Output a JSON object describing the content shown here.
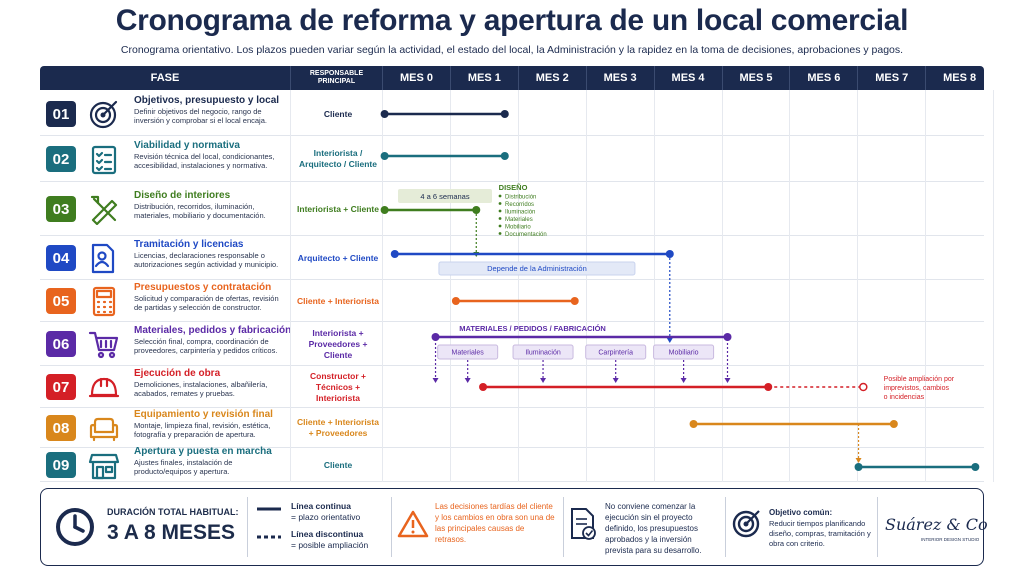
{
  "title": "Cronograma de reforma y apertura de un local comercial",
  "subtitle": "Cronograma orientativo. Los plazos pueden variar según la actividad, el estado del local, la Administración y la rapidez en la toma de decisiones, aprobaciones y pagos.",
  "header": {
    "phase": "FASE",
    "responsible": "RESPONSABLE PRINCIPAL",
    "months": [
      "MES 0",
      "MES 1",
      "MES 2",
      "MES 3",
      "MES 4",
      "MES 5",
      "MES 6",
      "MES 7",
      "MES 8"
    ]
  },
  "phases": [
    {
      "num": "01",
      "color": "#1b2a4e",
      "icon": "target-icon",
      "title": "Objetivos, presupuesto y local",
      "desc": "Definir objetivos del negocio, rango de inversión y comprobar si el local encaja.",
      "resp": "Cliente"
    },
    {
      "num": "02",
      "color": "#1a6e7e",
      "icon": "checklist-icon",
      "title": "Viabilidad y normativa",
      "desc": "Revisión técnica del local, condicionantes, accesibilidad, instalaciones y normativa.",
      "resp": "Interiorista / Arquitecto / Cliente"
    },
    {
      "num": "03",
      "color": "#3f7d1f",
      "icon": "design-tools-icon",
      "title": "Diseño de interiores",
      "desc": "Distribución, recorridos, iluminación, materiales, mobiliario y documentación.",
      "resp": "Interiorista + Cliente"
    },
    {
      "num": "04",
      "color": "#1f49c4",
      "icon": "document-user-icon",
      "title": "Tramitación y licencias",
      "desc": "Licencias, declaraciones responsable o autorizaciones según actividad y municipio.",
      "resp": "Arquitecto + Cliente"
    },
    {
      "num": "05",
      "color": "#e8641e",
      "icon": "calculator-icon",
      "title": "Presupuestos y contratación",
      "desc": "Solicitud y comparación de ofertas, revisión de partidas y selección de constructor.",
      "resp": "Cliente + Interiorista"
    },
    {
      "num": "06",
      "color": "#5b2aa6",
      "icon": "cart-icon",
      "title": "Materiales, pedidos y fabricación",
      "desc": "Selección final, compra, coordinación de proveedores, carpintería y pedidos críticos.",
      "resp": "Interiorista + Proveedores + Cliente"
    },
    {
      "num": "07",
      "color": "#d41f26",
      "icon": "helmet-icon",
      "title": "Ejecución de obra",
      "desc": "Demoliciones, instalaciones, albañilería, acabados, remates y pruebas.",
      "resp": "Constructor + Técnicos + Interiorista"
    },
    {
      "num": "08",
      "color": "#d9871c",
      "icon": "sofa-icon",
      "title": "Equipamiento y revisión final",
      "desc": "Montaje, limpieza final, revisión, estética, fotografía y preparación de apertura.",
      "resp": "Cliente + Interiorista + Proveedores"
    },
    {
      "num": "09",
      "color": "#1a6e7e",
      "icon": "storefront-icon",
      "title": "Apertura y puesta en marcha",
      "desc": "Ajustes finales, instalación de producto/equipos y apertura.",
      "resp": "Cliente"
    }
  ],
  "gantt": {
    "dur_label": "4 a 6 semanas",
    "design_title": "DISEÑO",
    "design_items": [
      "Distribución",
      "Recorridos",
      "Iluminación",
      "Materiales",
      "Mobiliario",
      "Documentación"
    ],
    "admin_label": "Depende de la Administración",
    "materials_title": "MATERIALES / PEDIDOS / FABRICACIÓN",
    "materials_items": [
      "Materiales",
      "Iluminación",
      "Carpintería",
      "Mobiliario"
    ],
    "extension_note": "Posible ampliación por imprevistos, cambios o incidencias"
  },
  "footer": {
    "duration_label": "DURACIÓN TOTAL HABITUAL:",
    "duration_value": "3 A 8 MESES",
    "legend_solid_title": "Línea continua",
    "legend_solid_desc": "= plazo orientativo",
    "legend_dashed_title": "Línea discontinua",
    "legend_dashed_desc": "= posible ampliación",
    "warning": "Las decisiones tardías del cliente y los cambios en obra son una de las principales causas de retrasos.",
    "note": "No conviene comenzar la ejecución sin el proyecto definido, los presupuestos aprobados y la inversión prevista para su desarrollo.",
    "goal_title": "Objetivo común:",
    "goal_desc": "Reducir tiempos planificando diseño, compras, tramitación y obra con criterio.",
    "brand": "Suárez & Co",
    "brand_sub": "INTERIOR DESIGN STUDIO"
  }
}
